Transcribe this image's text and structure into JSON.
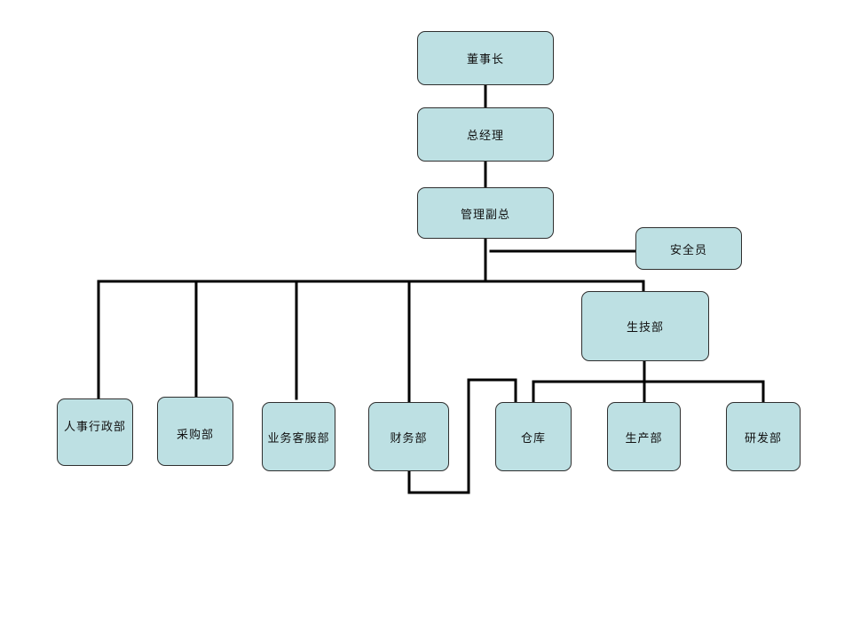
{
  "chart": {
    "nodes": {
      "chairman": "董事长",
      "general_manager": "总经理",
      "admin_vp": "管理副总",
      "safety_officer": "安全员",
      "production_tech": "生技部",
      "hr_admin": "人事行政部",
      "purchasing": "采购部",
      "customer_service": "业务客服部",
      "finance": "财务部",
      "warehouse": "仓库",
      "production": "生产部",
      "rnd": "研发部"
    },
    "colors": {
      "node_fill": "#bde0e3",
      "node_border": "#2f2f2f",
      "connector": "#000000"
    }
  }
}
